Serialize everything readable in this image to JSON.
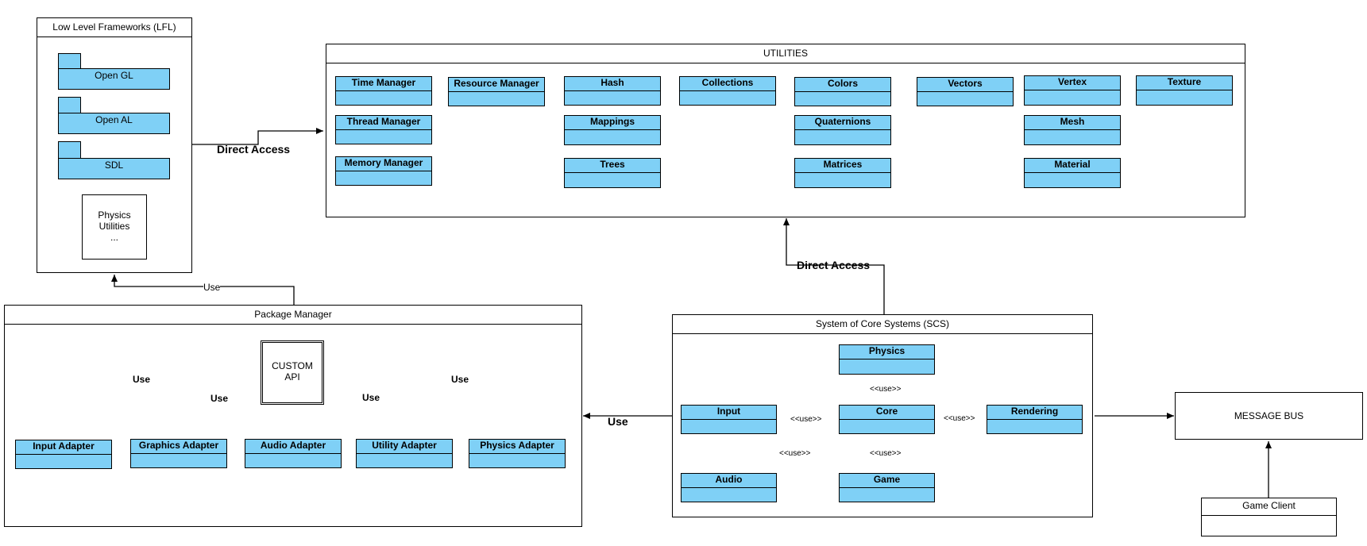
{
  "lfl": {
    "title": "Low Level Frameworks (LFL)",
    "packages": [
      "Open GL",
      "Open AL",
      "SDL"
    ],
    "note": [
      "Physics",
      "Utilities",
      "..."
    ]
  },
  "utilities": {
    "title": "UTILITIES",
    "classes": [
      "Time Manager",
      "Thread Manager",
      "Memory Manager",
      "Resource Manager",
      "Hash",
      "Mappings",
      "Trees",
      "Collections",
      "Colors",
      "Quaternions",
      "Matrices",
      "Vectors",
      "Vertex",
      "Mesh",
      "Material",
      "Texture"
    ]
  },
  "package_manager": {
    "title": "Package Manager",
    "api": [
      "CUSTOM",
      "API"
    ],
    "adapters": [
      "Input Adapter",
      "Graphics Adapter",
      "Audio Adapter",
      "Utility Adapter",
      "Physics Adapter"
    ]
  },
  "scs": {
    "title": "System of Core Systems (SCS)",
    "classes": [
      "Physics",
      "Input",
      "Core",
      "Rendering",
      "Audio",
      "Game"
    ]
  },
  "message_bus": "MESSAGE BUS",
  "game_client": "Game Client",
  "labels": {
    "direct_access": "Direct Access",
    "use": "Use",
    "use_stereo": "<<use>>"
  }
}
